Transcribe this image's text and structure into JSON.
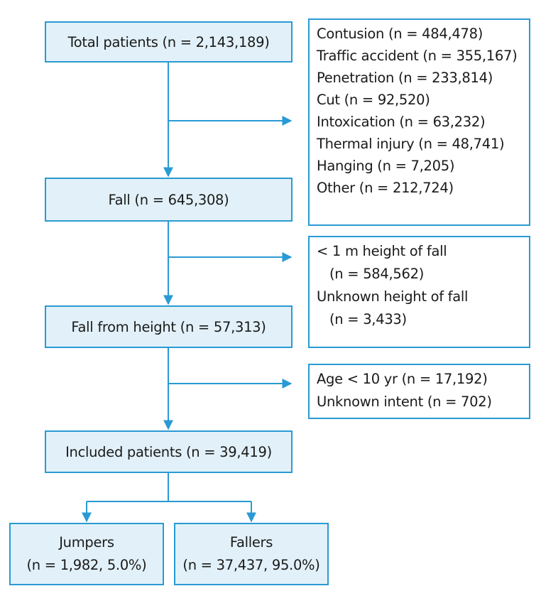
{
  "flow": {
    "total": "Total patients (n = 2,143,189)",
    "fall": "Fall (n = 645,308)",
    "height": "Fall from height (n = 57,313)",
    "included": "Included patients (n = 39,419)",
    "jumpers": {
      "title": "Jumpers",
      "detail": "(n = 1,982, 5.0%)"
    },
    "fallers": {
      "title": "Fallers",
      "detail": "(n = 37,437, 95.0%)"
    }
  },
  "exclusions": {
    "mechanism": [
      "Contusion (n = 484,478)",
      "Traffic accident (n = 355,167)",
      "Penetration (n = 233,814)",
      "Cut (n = 92,520)",
      "Intoxication (n = 63,232)",
      "Thermal injury (n = 48,741)",
      "Hanging (n = 7,205)",
      "Other (n = 212,724)"
    ],
    "height": [
      "< 1 m height of fall",
      "(n = 584,562)",
      "Unknown height of fall",
      "(n = 3,433)"
    ],
    "age_intent": [
      "Age < 10 yr (n = 17,192)",
      "Unknown intent (n = 702)"
    ]
  },
  "colors": {
    "border": "#2a9ad4",
    "fill": "#e2f1f9",
    "line": "#2a9ad4"
  }
}
